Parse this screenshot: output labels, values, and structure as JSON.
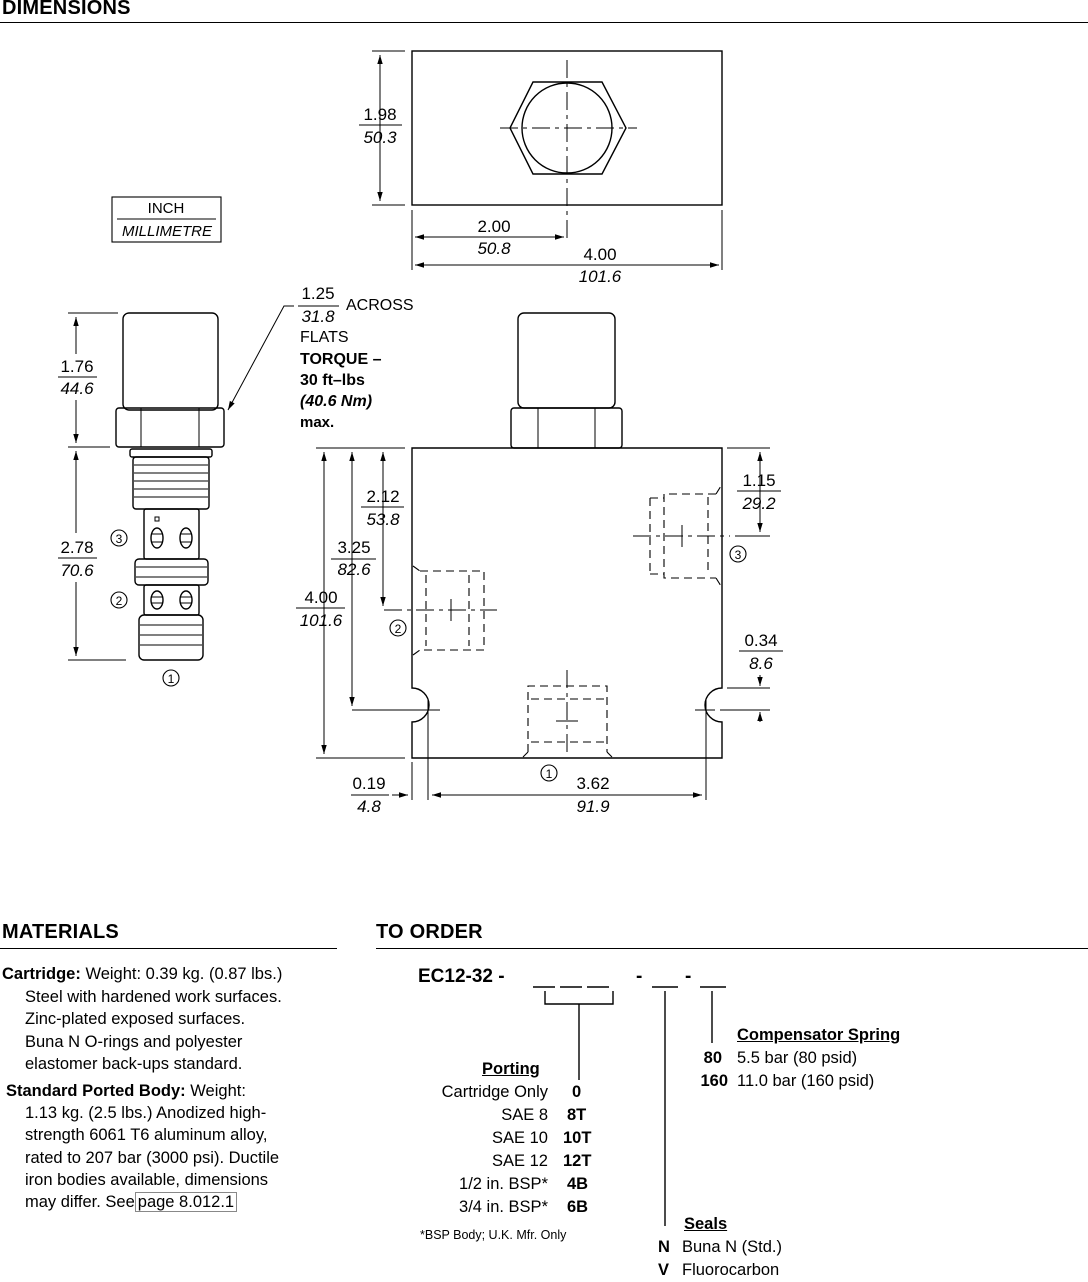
{
  "sections": {
    "dimensions": "DIMENSIONS",
    "materials": "MATERIALS",
    "to_order": "TO ORDER"
  },
  "drawing": {
    "legend": {
      "unit_top": "INCH",
      "unit_bottom": "MILLIMETRE"
    },
    "top_view": {
      "height_in": "1.98",
      "height_mm": "50.3",
      "center_in": "2.00",
      "center_mm": "50.8",
      "width_in": "4.00",
      "width_mm": "101.6"
    },
    "cartridge": {
      "flats_in": "1.25",
      "flats_mm": "31.8",
      "across": "ACROSS",
      "flats": "FLATS",
      "torque_1": "TORQUE –",
      "torque_2": "30 ft–lbs",
      "torque_3": "(40.6 Nm)",
      "torque_4": "max.",
      "hex_in": "1.76",
      "hex_mm": "44.6",
      "body_in": "2.78",
      "body_mm": "70.6",
      "port3": "3",
      "port2": "2",
      "port1": "1"
    },
    "front_view": {
      "d212_in": "2.12",
      "d212_mm": "53.8",
      "d325_in": "3.25",
      "d325_mm": "82.6",
      "d400_in": "4.00",
      "d400_mm": "101.6",
      "d115_in": "1.15",
      "d115_mm": "29.2",
      "d034_in": "0.34",
      "d034_mm": "8.6",
      "d019_in": "0.19",
      "d019_mm": "4.8",
      "d362_in": "3.62",
      "d362_mm": "91.9",
      "port3": "3",
      "port2": "2",
      "port1": "1"
    }
  },
  "materials": {
    "cartridge_label": "Cartridge:",
    "cartridge_lines": [
      "Weight: 0.39 kg. (0.87 lbs.)",
      "Steel with hardened work surfaces.",
      "Zinc-plated exposed surfaces.",
      "Buna N O-rings and polyester",
      "elastomer back-ups standard."
    ],
    "body_label": "Standard Ported Body:",
    "body_lines": [
      "Weight:",
      "1.13 kg. (2.5 lbs.) Anodized high-",
      "strength 6061 T6 aluminum alloy,",
      "rated to 207 bar (3000 psi). Ductile",
      "iron bodies available, dimensions",
      "may differ. See"
    ],
    "page_link": "page 8.012.1"
  },
  "order": {
    "model": "EC12-32 -",
    "dash1": "-",
    "dash2": "-",
    "porting": {
      "title": "Porting",
      "rows": [
        {
          "label": "Cartridge Only",
          "code": "0"
        },
        {
          "label": "SAE 8",
          "code": "8T"
        },
        {
          "label": "SAE 10",
          "code": "10T"
        },
        {
          "label": "SAE 12",
          "code": "12T"
        },
        {
          "label": "1/2 in. BSP*",
          "code": "4B"
        },
        {
          "label": "3/4 in. BSP*",
          "code": "6B"
        }
      ],
      "footnote": "*BSP Body; U.K. Mfr. Only"
    },
    "spring": {
      "title": "Compensator Spring",
      "rows": [
        {
          "code": "80",
          "label": "5.5 bar (80 psid)"
        },
        {
          "code": "160",
          "label": "11.0 bar (160 psid)"
        }
      ]
    },
    "seals": {
      "title": "Seals",
      "rows": [
        {
          "code": "N",
          "label": "Buna N (Std.)"
        },
        {
          "code": "V",
          "label": "Fluorocarbon"
        }
      ]
    }
  }
}
